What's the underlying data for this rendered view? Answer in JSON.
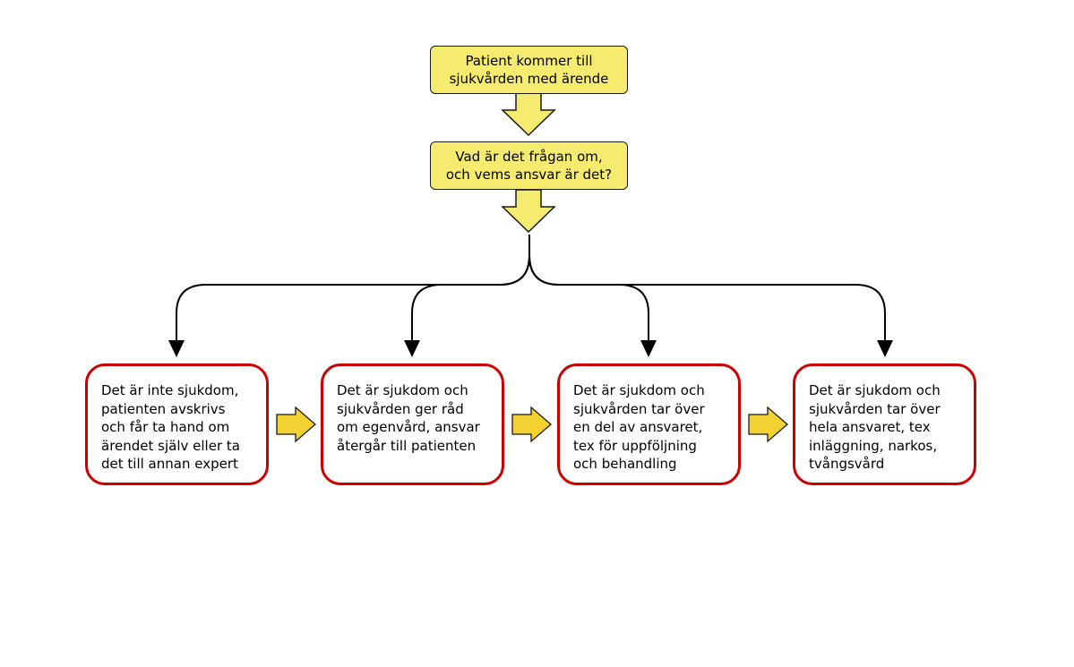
{
  "top_steps": [
    {
      "text": "Patient kommer till\nsjukvården med ärende"
    },
    {
      "text": "Vad är det frågan om,\noch vems ansvar är det?"
    }
  ],
  "outcomes": [
    {
      "text": "Det är inte sjukdom,\npatienten avskrivs\noch får ta hand om\närendet själv eller ta\ndet till annan expert"
    },
    {
      "text": "Det är sjukdom och\nsjukvården ger råd\nom egenvård, ansvar\nåtergår till patienten"
    },
    {
      "text": "Det är sjukdom och\nsjukvården tar över\nen del av ansvaret,\ntex för uppföljning\noch behandling"
    },
    {
      "text": "Det är sjukdom och\nsjukvården tar över\nhela ansvaret, tex\ninläggning, narkos,\ntvångsvård"
    }
  ],
  "colors": {
    "yellow_box_fill": "#f5eb6e",
    "big_arrow_fill": "#f5eb6e",
    "small_arrow_fill": "#f2d230",
    "outcome_border": "#cc0000",
    "connector": "#000000"
  }
}
